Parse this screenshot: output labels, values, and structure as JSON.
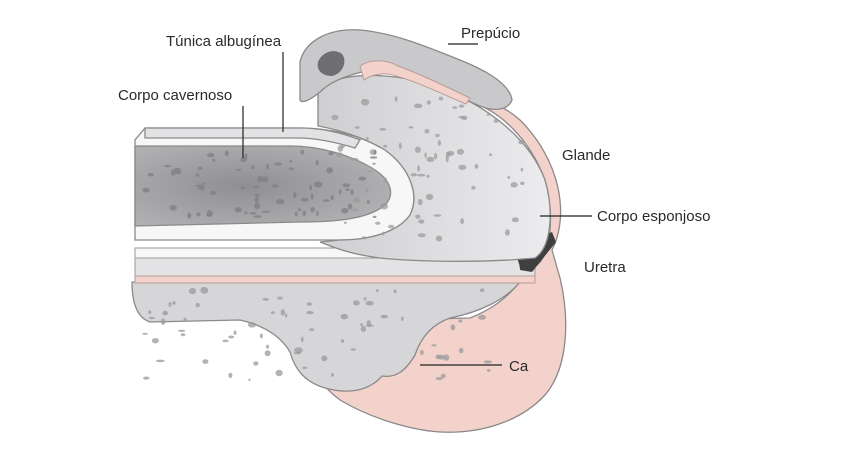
{
  "labels": {
    "prepucio": "Prepúcio",
    "tunica_albuginea": "Túnica albugínea",
    "corpo_cavernoso": "Corpo cavernoso",
    "glande": "Glande",
    "corpo_esponjoso": "Corpo esponjoso",
    "uretra": "Uretra",
    "ca": "Ca"
  },
  "colors": {
    "skin_pink": "#f4d2cc",
    "spongy_gray": "#d6d6d8",
    "cavernous_gray": "#a3a3a5",
    "pore_gray": "#8e8e90",
    "white_tissue": "#f7f7f7",
    "urethra_light": "#e6e6e6",
    "urethra_dark": "#3f3f3f"
  }
}
